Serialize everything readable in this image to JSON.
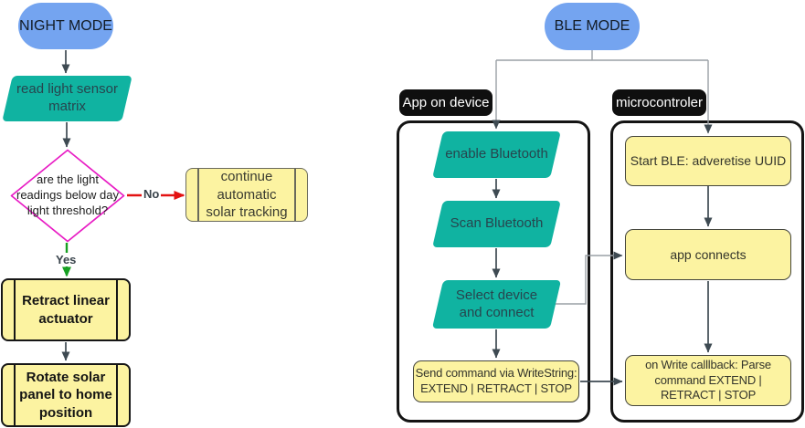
{
  "colors": {
    "blue": "#74a4f0",
    "teal": "#10b3a1",
    "yellow": "#fcf3a1",
    "magenta": "#e81cc4",
    "red": "#e31212",
    "green": "#17a022",
    "slate": "#3e4a52",
    "gray": "#9aa0a6",
    "black": "#0f0f0f"
  },
  "night_flow": {
    "start_label": "NIGHT MODE",
    "read_sensor_label": "read light sensor matrix",
    "decision_label": "are the light readings below day light threshold?",
    "no_label": "No",
    "yes_label": "Yes",
    "no_branch_label": "continue automatic solar tracking",
    "retract_label": "Retract linear actuator",
    "rotate_label": "Rotate solar panel to home position"
  },
  "ble_flow": {
    "start_label": "BLE MODE",
    "app_group_label": "App on device",
    "mcu_group_label": "microcontroler",
    "enable_label": "enable Bluetooth",
    "scan_label": "Scan Bluetooth",
    "select_label": "Select device and connect",
    "send_label": "Send command via WriteString: EXTEND | RETRACT | STOP",
    "start_ble_label": "Start BLE: adveretise UUID",
    "app_connects_label": "app connects",
    "on_write_label": "on Write calllback: Parse command EXTEND | RETRACT | STOP"
  }
}
